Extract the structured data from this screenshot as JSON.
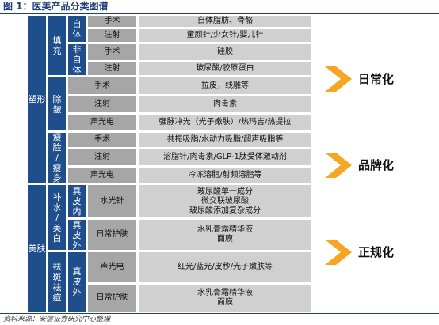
{
  "title": "图 1：医美产品分类图谱",
  "source": "资料来源：安信证券研究中心整理",
  "groups": {
    "shaping": "塑形",
    "skin": "美肤",
    "filling": "填充",
    "natural": "自体",
    "non_natural": "非自体",
    "wrinkle": "除皱",
    "slimming": "瘦脸/瘦身",
    "whitening": "补水/美白",
    "spot": "祛斑祛痘",
    "dermis_in": "真皮内",
    "dermis_out": "真皮外",
    "dermis_out2": "真皮外"
  },
  "methods": {
    "m1": "手术",
    "m2": "注射",
    "m3": "手术",
    "m4": "注射",
    "m5": "手术",
    "m6": "注射",
    "m7": "声光电",
    "m8": "手术",
    "m9": "注射",
    "m10": "声光电",
    "m11": "水光针",
    "m12": "日常护肤",
    "m13": "声光电",
    "m14": "日常护肤"
  },
  "products": {
    "p1": "自体脂肪、骨骼",
    "p2": "童颜针/少女针/婴儿针",
    "p3": "硅胶",
    "p4": "玻尿酸/胶原蛋白",
    "p5": "拉皮，线雕等",
    "p6": "肉毒素",
    "p7": "强脉冲光（光子嫩肤）/热玛吉/热提拉",
    "p8": "共振吸脂/水动力吸脂/超声吸脂等",
    "p9": "溶脂针/肉毒素/GLP-1肽受体激动剂",
    "p10": "冷冻溶脂/射频溶脂等",
    "p11": [
      "玻尿酸单一成分",
      "微交联玻尿酸",
      "玻尿酸添加复杂成分"
    ],
    "p12": [
      "水乳膏霜精华液",
      "面膜"
    ],
    "p13": "红光/蓝光/皮秒/光子嫩肤等",
    "p14": [
      "水乳膏霜精华液",
      "面膜"
    ]
  },
  "categories": {
    "daily": "日常化",
    "brand": "品牌化",
    "standard": "正规化"
  },
  "colors": {
    "accent_blue": "#1f4e8c",
    "chevron": "#f5a623",
    "gray_dark": "#a6a6a6",
    "gray_light": "#d0d0d0"
  }
}
